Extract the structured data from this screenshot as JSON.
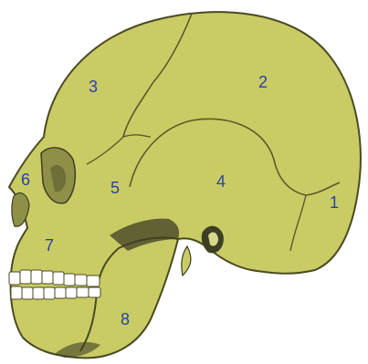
{
  "colors": {
    "bone": "#c9cc64",
    "outline": "#4a4a22",
    "suture": "#5a5a2a",
    "shadow": "#3e3e24",
    "teeth": "#ffffff",
    "label": "#2b3fa8"
  },
  "labels": {
    "l1": "1",
    "l2": "2",
    "l3": "3",
    "l4": "4",
    "l5": "5",
    "l6": "6",
    "l7": "7",
    "l8": "8"
  }
}
